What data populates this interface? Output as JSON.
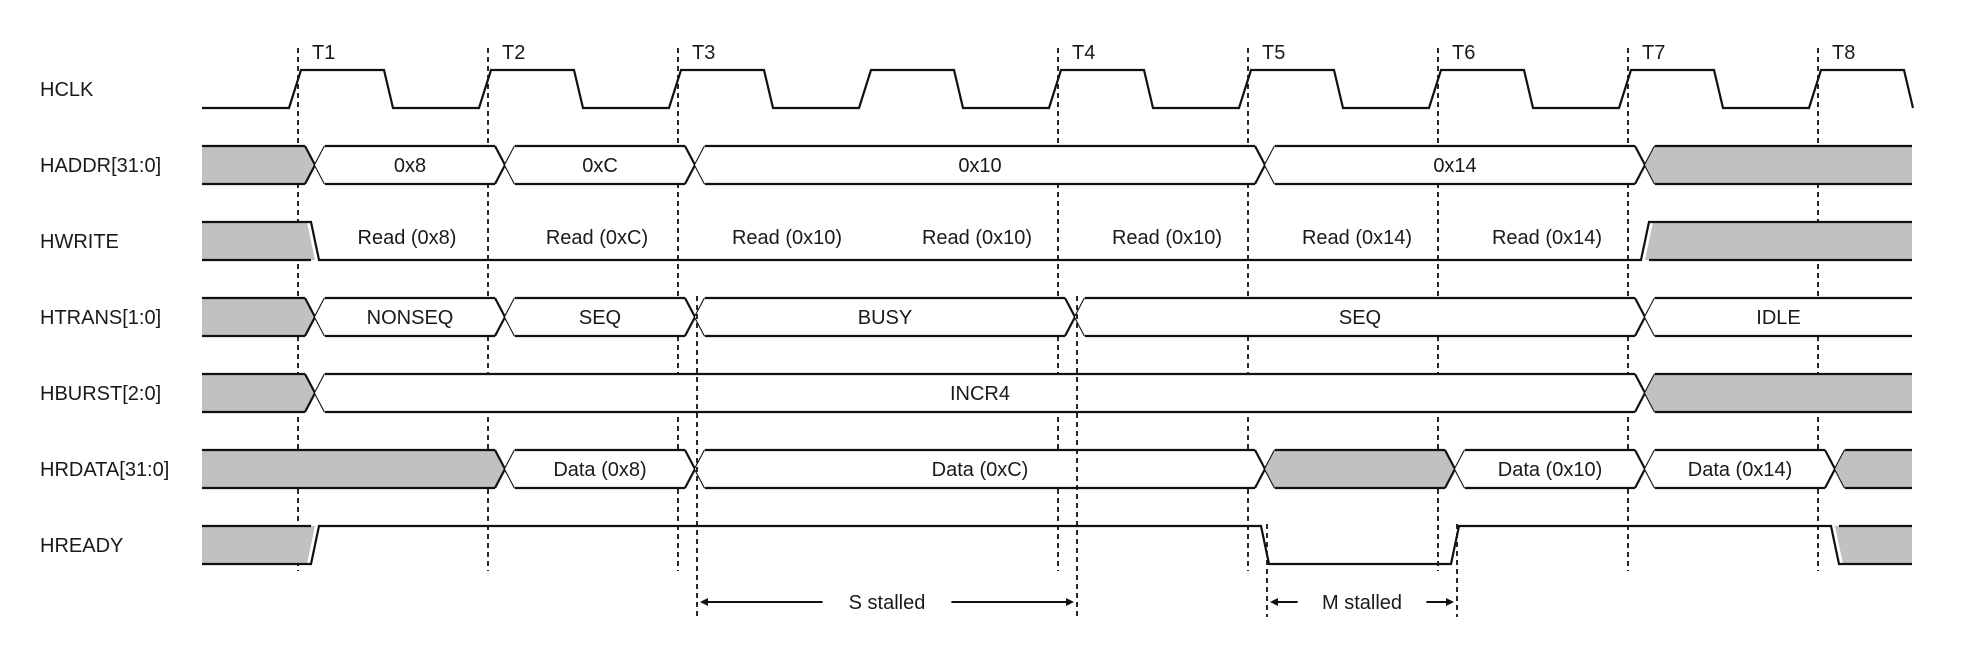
{
  "diagram": {
    "title": "AHB read burst timing (INCR4) with slave and master stalls",
    "colors": {
      "line": "#111111",
      "undefined_fill": "#c0c1c0",
      "background": "#ffffff"
    },
    "clock_edges": 9,
    "edge_labels": [
      {
        "edge": 0,
        "text": "T1"
      },
      {
        "edge": 1,
        "text": "T2"
      },
      {
        "edge": 2,
        "text": "T3"
      },
      {
        "edge": 4,
        "text": "T4"
      },
      {
        "edge": 5,
        "text": "T5"
      },
      {
        "edge": 6,
        "text": "T6"
      },
      {
        "edge": 7,
        "text": "T7"
      },
      {
        "edge": 8,
        "text": "T8"
      }
    ],
    "signals": [
      {
        "name": "HCLK",
        "type": "clock"
      },
      {
        "name": "HADDR[31:0]",
        "type": "bus",
        "segments": [
          {
            "from": null,
            "to": 0,
            "value": "",
            "undefined": true
          },
          {
            "from": 0,
            "to": 1,
            "value": "0x8"
          },
          {
            "from": 1,
            "to": 2,
            "value": "0xC"
          },
          {
            "from": 2,
            "to": 5,
            "value": "0x10"
          },
          {
            "from": 5,
            "to": 7,
            "value": "0x14"
          },
          {
            "from": 7,
            "to": null,
            "value": "",
            "undefined": true
          }
        ]
      },
      {
        "name": "HWRITE",
        "type": "bit",
        "levels": [
          {
            "from": null,
            "to": 0,
            "level": "high",
            "undefined": true
          },
          {
            "from": 0,
            "to": 7,
            "level": "low"
          },
          {
            "from": 7,
            "to": null,
            "level": "high",
            "undefined": true
          }
        ],
        "annotations": [
          {
            "cycle": 0,
            "text": "Read (0x8)"
          },
          {
            "cycle": 1,
            "text": "Read (0xC)"
          },
          {
            "cycle": 2,
            "text": "Read (0x10)"
          },
          {
            "cycle": 3,
            "text": "Read (0x10)"
          },
          {
            "cycle": 4,
            "text": "Read (0x10)"
          },
          {
            "cycle": 5,
            "text": "Read (0x14)"
          },
          {
            "cycle": 6,
            "text": "Read (0x14)"
          }
        ]
      },
      {
        "name": "HTRANS[1:0]",
        "type": "bus",
        "segments": [
          {
            "from": null,
            "to": 0,
            "value": "",
            "undefined": true
          },
          {
            "from": 0,
            "to": 1,
            "value": "NONSEQ"
          },
          {
            "from": 1,
            "to": 2,
            "value": "SEQ"
          },
          {
            "from": 2,
            "to": 4,
            "value": "BUSY"
          },
          {
            "from": 4,
            "to": 7,
            "value": "SEQ"
          },
          {
            "from": 7,
            "to": null,
            "value": "IDLE"
          }
        ]
      },
      {
        "name": "HBURST[2:0]",
        "type": "bus",
        "segments": [
          {
            "from": null,
            "to": 0,
            "value": "",
            "undefined": true
          },
          {
            "from": 0,
            "to": 7,
            "value": "INCR4"
          },
          {
            "from": 7,
            "to": null,
            "value": "",
            "undefined": true
          }
        ]
      },
      {
        "name": "HRDATA[31:0]",
        "type": "bus",
        "segments": [
          {
            "from": null,
            "to": 1,
            "value": "",
            "undefined": true
          },
          {
            "from": 1,
            "to": 2,
            "value": "Data (0x8)"
          },
          {
            "from": 2,
            "to": 5,
            "value": "Data (0xC)"
          },
          {
            "from": 5,
            "to": 6,
            "value": "",
            "undefined": true
          },
          {
            "from": 6,
            "to": 7,
            "value": "Data (0x10)"
          },
          {
            "from": 7,
            "to": 8,
            "value": "Data (0x14)"
          },
          {
            "from": 8,
            "to": null,
            "value": "",
            "undefined": true
          }
        ]
      },
      {
        "name": "HREADY",
        "type": "bit",
        "levels": [
          {
            "from": null,
            "to": 0,
            "level": "low",
            "undefined": true
          },
          {
            "from": 0,
            "to": 5,
            "level": "high"
          },
          {
            "from": 5,
            "to": 6,
            "level": "low"
          },
          {
            "from": 6,
            "to": 8,
            "level": "high"
          },
          {
            "from": 8,
            "to": null,
            "level": "low",
            "undefined": true
          }
        ]
      }
    ],
    "stall_annotations": [
      {
        "text": "S stalled",
        "from_edge": 2,
        "to_edge": 4,
        "start_row": "HTRANS[1:0]"
      },
      {
        "text": "M stalled",
        "from_edge": 5,
        "to_edge": 6,
        "start_row": "HREADY"
      }
    ]
  }
}
